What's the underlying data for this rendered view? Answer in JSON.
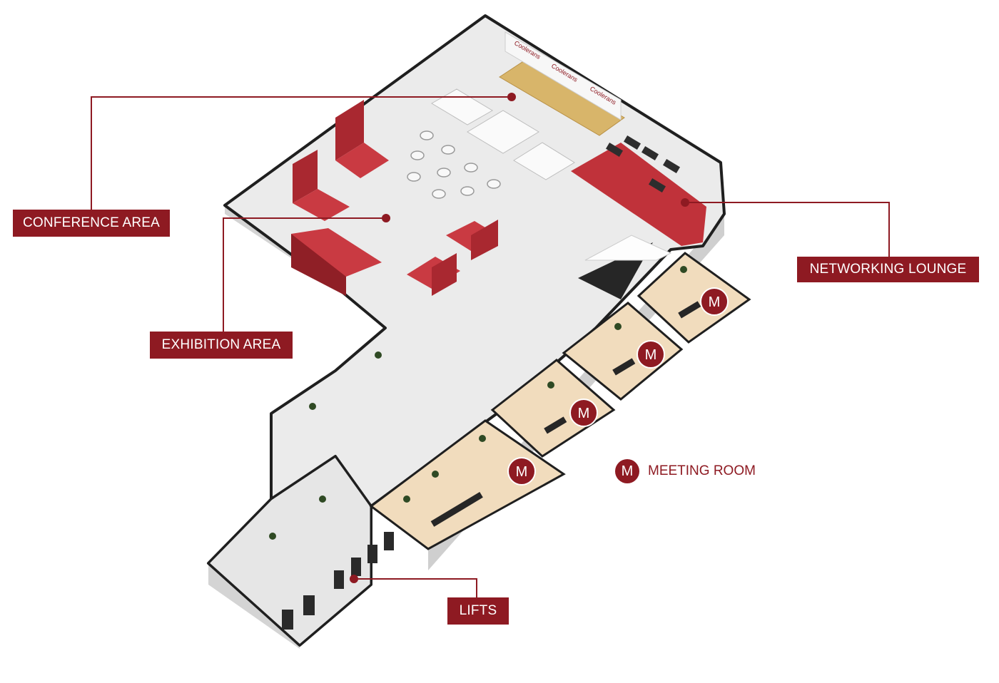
{
  "labels": {
    "conference": "CONFERENCE AREA",
    "exhibition": "EXHIBITION AREA",
    "networking": "NETWORKING LOUNGE",
    "lifts": "LIFTS"
  },
  "legend": {
    "symbol": "M",
    "text": "MEETING ROOM"
  },
  "meeting_room_badges": [
    "M",
    "M",
    "M",
    "M"
  ],
  "signage_text": "Coolerans",
  "colors": {
    "brand": "#8e1a22",
    "floor": "#ebebeb",
    "wall_top": "#2a2a2a",
    "wall_side": "#d9d9d9",
    "meeting_floor": "#f1dcbd",
    "exhibit_red": "#c0323a",
    "stage_wood": "#d8b56a"
  }
}
